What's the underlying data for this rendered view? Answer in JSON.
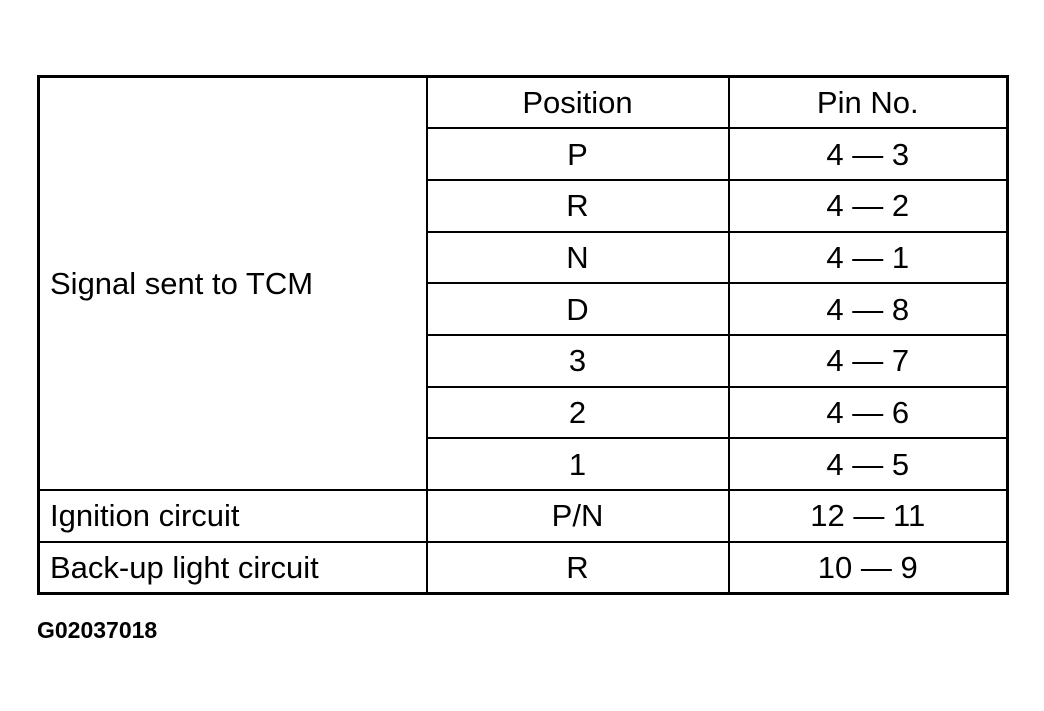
{
  "table": {
    "headers": {
      "label": "",
      "position": "Position",
      "pin": "Pin No."
    },
    "signal_group": {
      "label": "Signal sent to TCM",
      "rows": [
        {
          "position": "P",
          "pin": "4 — 3"
        },
        {
          "position": "R",
          "pin": "4 — 2"
        },
        {
          "position": "N",
          "pin": "4 — 1"
        },
        {
          "position": "D",
          "pin": "4 — 8"
        },
        {
          "position": "3",
          "pin": "4 — 7"
        },
        {
          "position": "2",
          "pin": "4 — 6"
        },
        {
          "position": "1",
          "pin": "4 — 5"
        }
      ]
    },
    "ignition": {
      "label": "Ignition circuit",
      "position": "P/N",
      "pin": "12 — 11"
    },
    "backup": {
      "label": "Back-up light circuit",
      "position": "R",
      "pin": "10 — 9"
    }
  },
  "footer": {
    "code": "G02037018"
  }
}
